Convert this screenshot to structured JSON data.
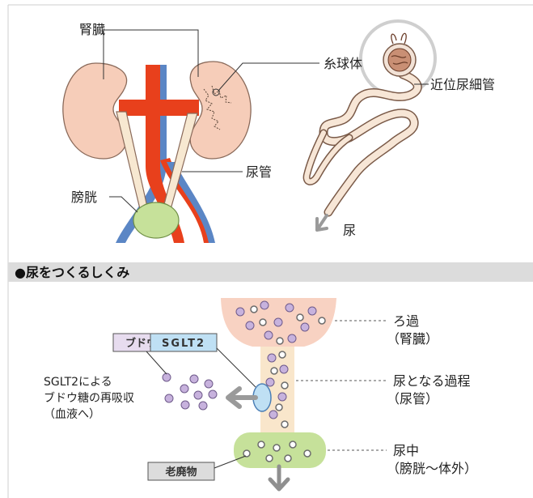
{
  "top_diagram": {
    "label_kidney": "腎臓",
    "label_glomerulus": "糸球体",
    "label_proximal_tubule": "近位尿細管",
    "label_ureter": "尿管",
    "label_bladder": "膀胱",
    "label_urine": "尿"
  },
  "section": {
    "title": "●尿をつくるしくみ"
  },
  "mechanism": {
    "tag_glucose": "ブドウ糖",
    "tag_sglt2": "SGLT2",
    "reabsorption_lines": [
      "SGLT2による",
      "ブドウ糖の再吸収",
      "（血液へ）"
    ],
    "tag_waste": "老廃物",
    "stage1_lines": [
      "ろ過",
      "（腎臓）"
    ],
    "stage2_lines": [
      "尿となる過程",
      "（尿管）"
    ],
    "stage3_lines": [
      "尿中",
      "（膀胱～体外）"
    ]
  },
  "colors": {
    "kidney_fill": "#f6cdb9",
    "aorta_red": "#e8401c",
    "vein_blue": "#5b86c5",
    "ureter_fill": "#f7e8d1",
    "bladder_fill": "#c6e19a",
    "section_bar": "#dcdcdc",
    "funnel_fill": "#f8d2c2",
    "tube_fill": "#f9e6cb",
    "glucose_dot": "#c7b2dd",
    "sglt2_tag": "#bfe0f4",
    "glucose_tag": "#e7dcef",
    "arrow_gray": "#9a9a9a"
  }
}
